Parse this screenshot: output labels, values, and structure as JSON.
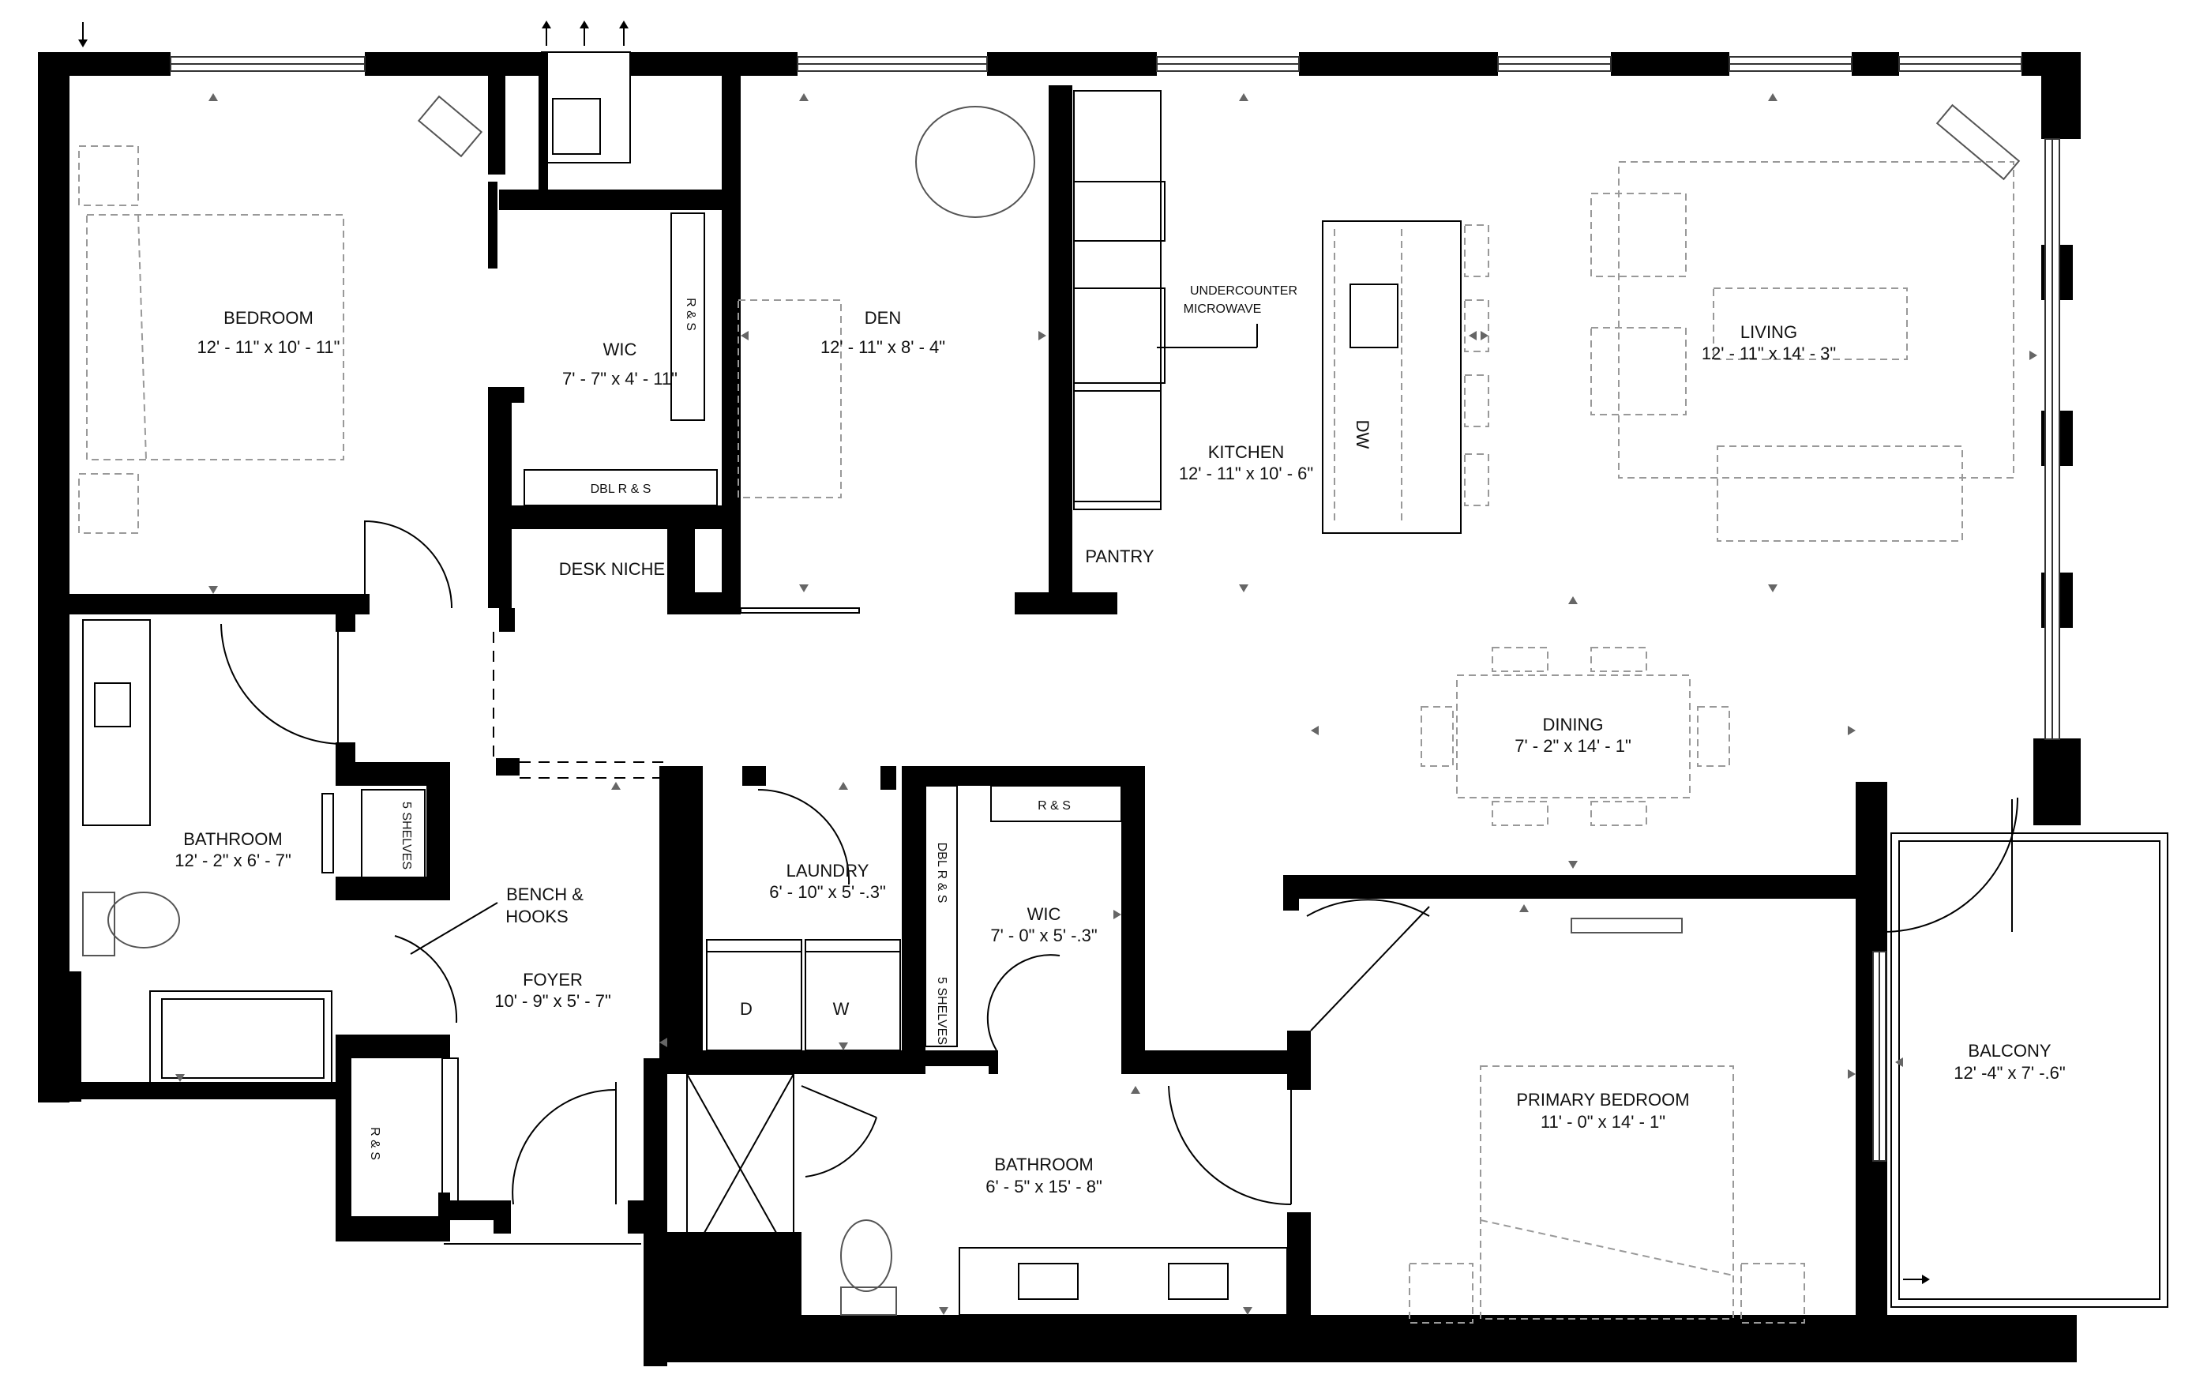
{
  "rooms": {
    "bedroom": {
      "name": "BEDROOM",
      "dims": "12' - 11\" x 10' - 11\""
    },
    "wic1": {
      "name": "WIC",
      "dims": "7' - 7\" x 4' - 11\""
    },
    "den": {
      "name": "DEN",
      "dims": "12' - 11\" x 8' - 4\""
    },
    "kitchen": {
      "name": "KITCHEN",
      "dims": "12' - 11\" x 10' - 6\""
    },
    "living": {
      "name": "LIVING",
      "dims": "12' - 11\" x 14' - 3\""
    },
    "dining": {
      "name": "DINING",
      "dims": "7' - 2\" x 14' - 1\""
    },
    "bathroom1": {
      "name": "BATHROOM",
      "dims": "12' - 2\" x 6' - 7\""
    },
    "foyer": {
      "name": "FOYER",
      "dims": "10' - 9\" x 5' - 7\""
    },
    "laundry": {
      "name": "LAUNDRY",
      "dims": "6' - 10\" x 5' -.3\""
    },
    "wic2": {
      "name": "WIC",
      "dims": "7' - 0\" x 5' -.3\""
    },
    "bathroom2": {
      "name": "BATHROOM",
      "dims": "6' - 5\" x 15' - 8\""
    },
    "primary": {
      "name": "PRIMARY BEDROOM",
      "dims": "11' - 0\" x 14' - 1\""
    },
    "balcony": {
      "name": "BALCONY",
      "dims": "12' -4\" x 7' -.6\""
    }
  },
  "labels": {
    "rs1": "R & S",
    "dbl_rs1": "DBL R & S",
    "desk_niche": "DESK NICHE",
    "pantry": "PANTRY",
    "undercounter_1": "UNDERCOUNTER",
    "undercounter_2": "MICROWAVE",
    "dw": "DW",
    "five_shelves_1": "5 SHELVES",
    "bench_1": "BENCH &",
    "bench_2": "HOOKS",
    "rs_foyer": "R & S",
    "rs_wic2": "R & S",
    "dbl_rs2": "DBL R & S",
    "five_shelves_2": "5 SHELVES",
    "dryer": "D",
    "washer": "W"
  }
}
